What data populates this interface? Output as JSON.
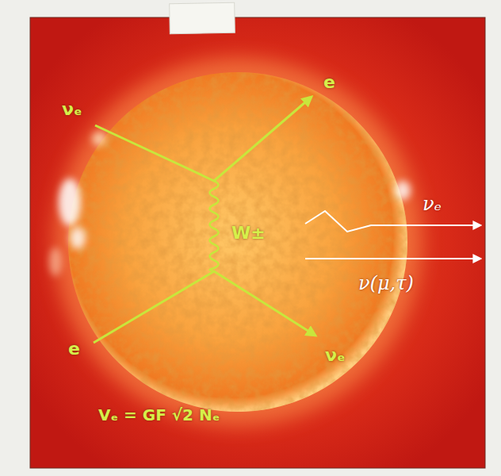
{
  "diagram": {
    "labels": [
      "νₑ",
      "e",
      "νₑ",
      "W±",
      "ν(μ,τ)",
      "e",
      "νₑ",
      "Vₑ = GF √2 Nₑ"
    ]
  }
}
